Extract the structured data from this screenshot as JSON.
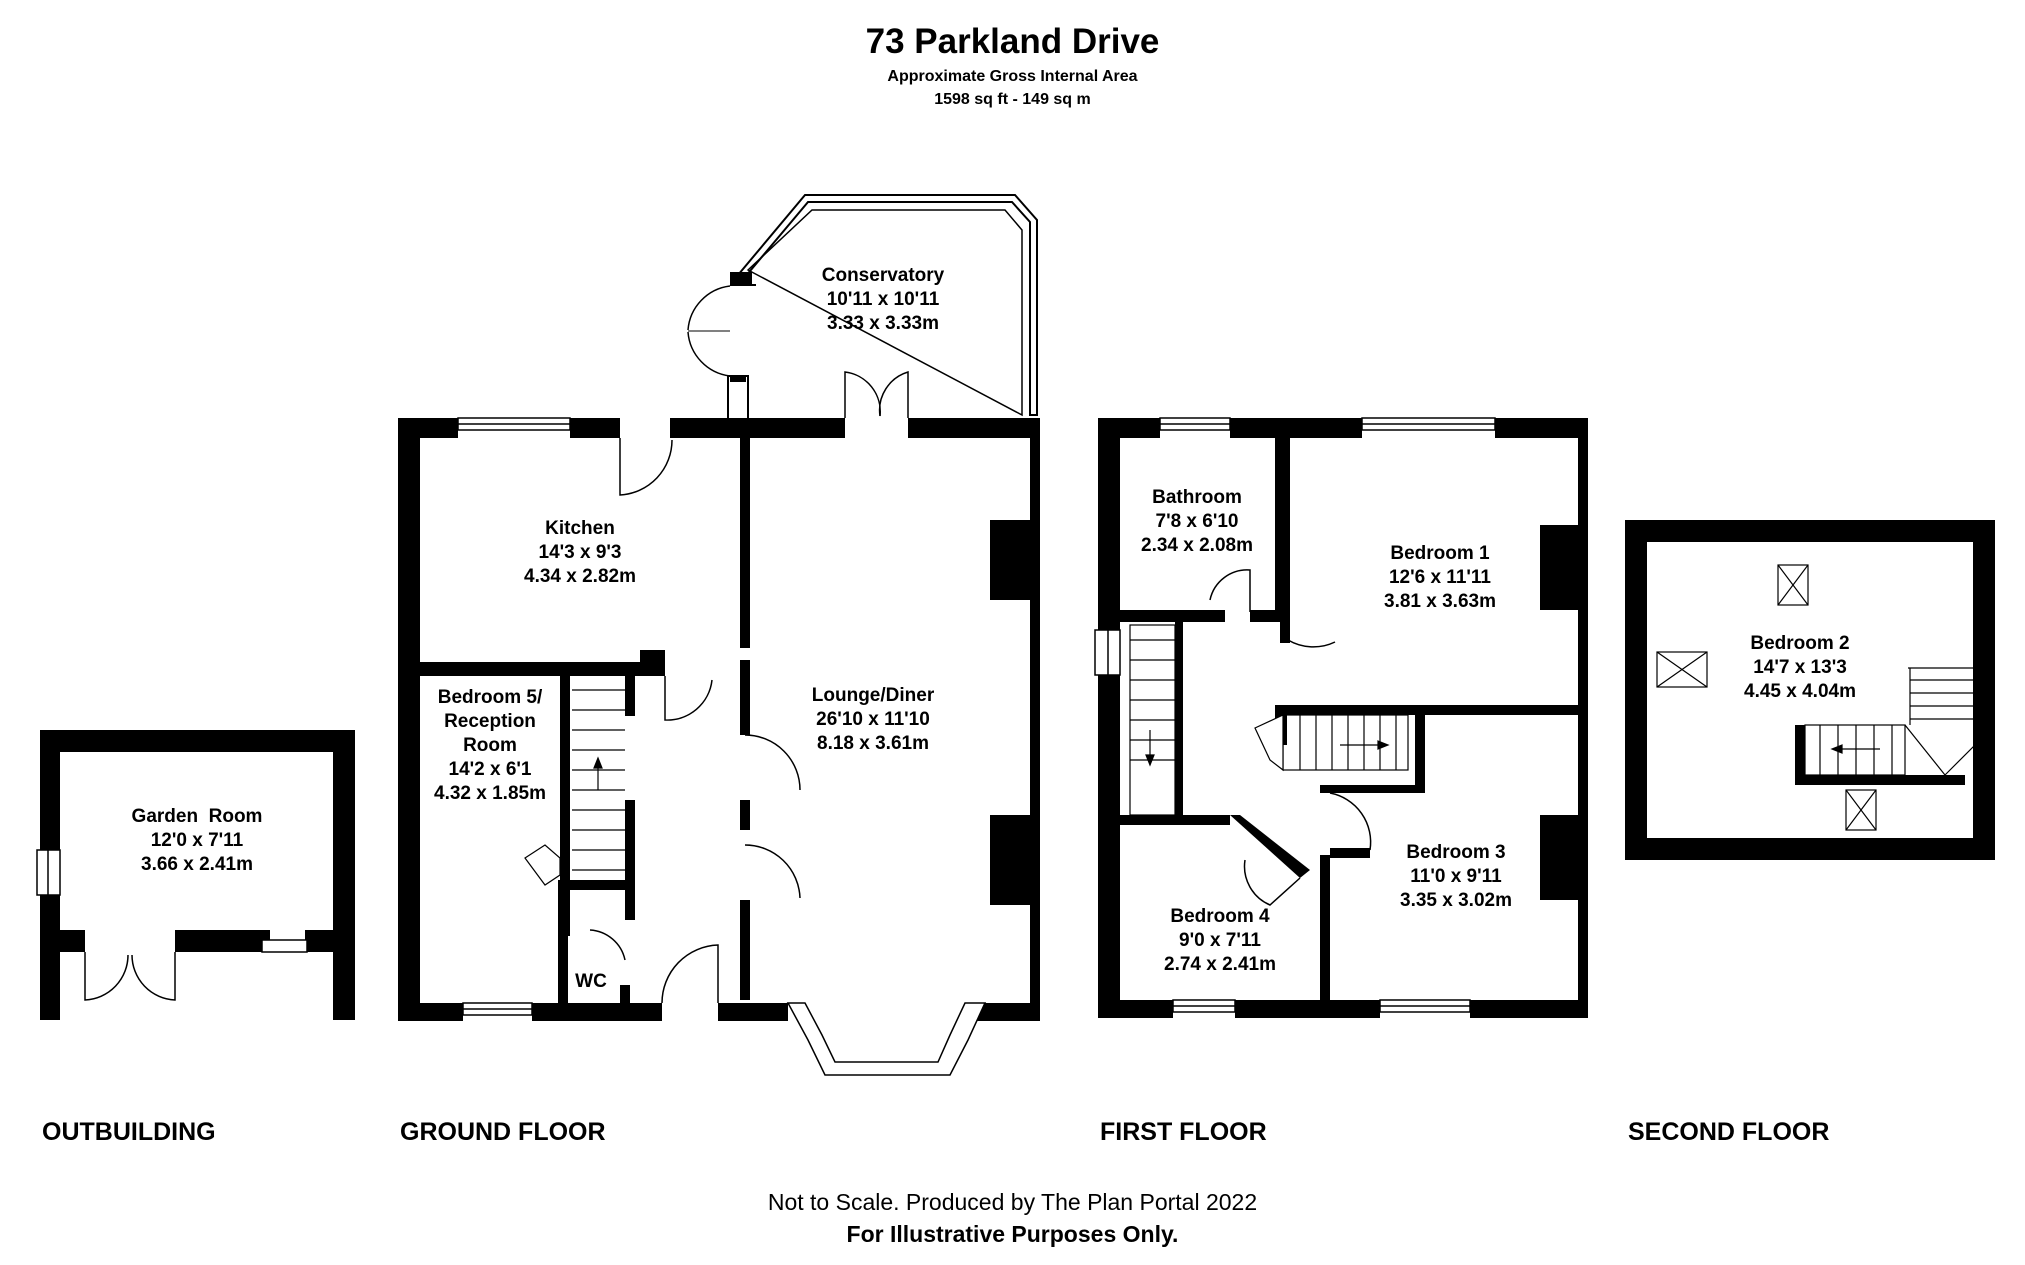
{
  "header": {
    "address": "73 Parkland Drive",
    "area_label": "Approximate Gross Internal Area",
    "area_value": "1598 sq ft - 149 sq m"
  },
  "floors": {
    "outbuilding": "OUTBUILDING",
    "ground": "GROUND FLOOR",
    "first": "FIRST FLOOR",
    "second": "SECOND FLOOR"
  },
  "rooms": {
    "conservatory": {
      "name": "Conservatory",
      "imperial": "10'11 x 10'11",
      "metric": "3.33 x 3.33m"
    },
    "kitchen": {
      "name": "Kitchen",
      "imperial": "14'3 x 9'3",
      "metric": "4.34 x 2.82m"
    },
    "bedroom5": {
      "name_line1": "Bedroom 5/",
      "name_line2": "Reception",
      "name_line3": "Room",
      "imperial": "14'2 x 6'1",
      "metric": "4.32 x 1.85m"
    },
    "lounge": {
      "name": "Lounge/Diner",
      "imperial": "26'10 x 11'10",
      "metric": "8.18 x 3.61m"
    },
    "wc": {
      "name": "WC"
    },
    "garden_room": {
      "name": "Garden  Room",
      "imperial": "12'0 x 7'11",
      "metric": "3.66 x 2.41m"
    },
    "bathroom": {
      "name": "Bathroom",
      "imperial": "7'8 x 6'10",
      "metric": "2.34 x 2.08m"
    },
    "bedroom1": {
      "name": "Bedroom 1",
      "imperial": "12'6 x 11'11",
      "metric": "3.81 x 3.63m"
    },
    "bedroom3": {
      "name": "Bedroom 3",
      "imperial": "11'0 x 9'11",
      "metric": "3.35 x 3.02m"
    },
    "bedroom4": {
      "name": "Bedroom 4",
      "imperial": "9'0 x 7'11",
      "metric": "2.74 x 2.41m"
    },
    "bedroom2": {
      "name": "Bedroom 2",
      "imperial": "14'7 x 13'3",
      "metric": "4.45 x 4.04m"
    }
  },
  "footer": {
    "line1": "Not to Scale. Produced by The Plan Portal 2022",
    "line2": "For Illustrative Purposes Only."
  }
}
